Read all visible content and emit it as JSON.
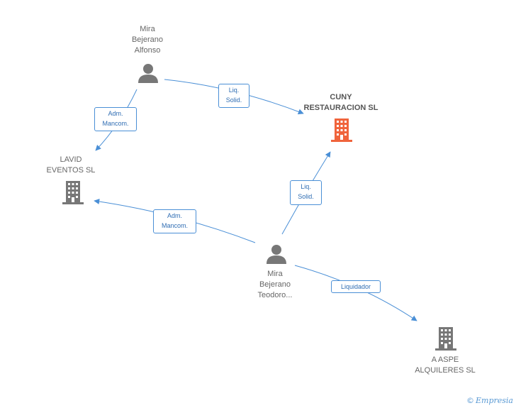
{
  "colors": {
    "edge": "#4a8fd6",
    "person": "#777777",
    "company": "#777777",
    "focus_company": "#f0643c"
  },
  "nodes": {
    "mira_alfonso": {
      "lines": [
        "Mira",
        "Bejerano",
        "Alfonso"
      ],
      "icon": "person-icon"
    },
    "cuny": {
      "lines": [
        "CUNY",
        "RESTAURACION SL"
      ],
      "icon": "building-icon"
    },
    "lavid": {
      "lines": [
        "LAVID",
        "EVENTOS SL"
      ],
      "icon": "building-icon"
    },
    "mira_teodoro": {
      "lines": [
        "Mira",
        "Bejerano",
        "Teodoro..."
      ],
      "icon": "person-icon"
    },
    "aspe": {
      "lines": [
        "A ASPE",
        "ALQUILERES SL"
      ],
      "icon": "building-icon"
    }
  },
  "edges": {
    "alfonso_cuny": {
      "lines": [
        "Liq.",
        "Solid."
      ]
    },
    "alfonso_lavid": {
      "lines": [
        "Adm.",
        "Mancom."
      ]
    },
    "teodoro_cuny": {
      "lines": [
        "Liq.",
        "Solid."
      ]
    },
    "teodoro_lavid": {
      "lines": [
        "Adm.",
        "Mancom."
      ]
    },
    "teodoro_aspe": {
      "lines": [
        "Liquidador"
      ]
    }
  },
  "watermark": {
    "symbol": "©",
    "brand": "Empresia"
  }
}
